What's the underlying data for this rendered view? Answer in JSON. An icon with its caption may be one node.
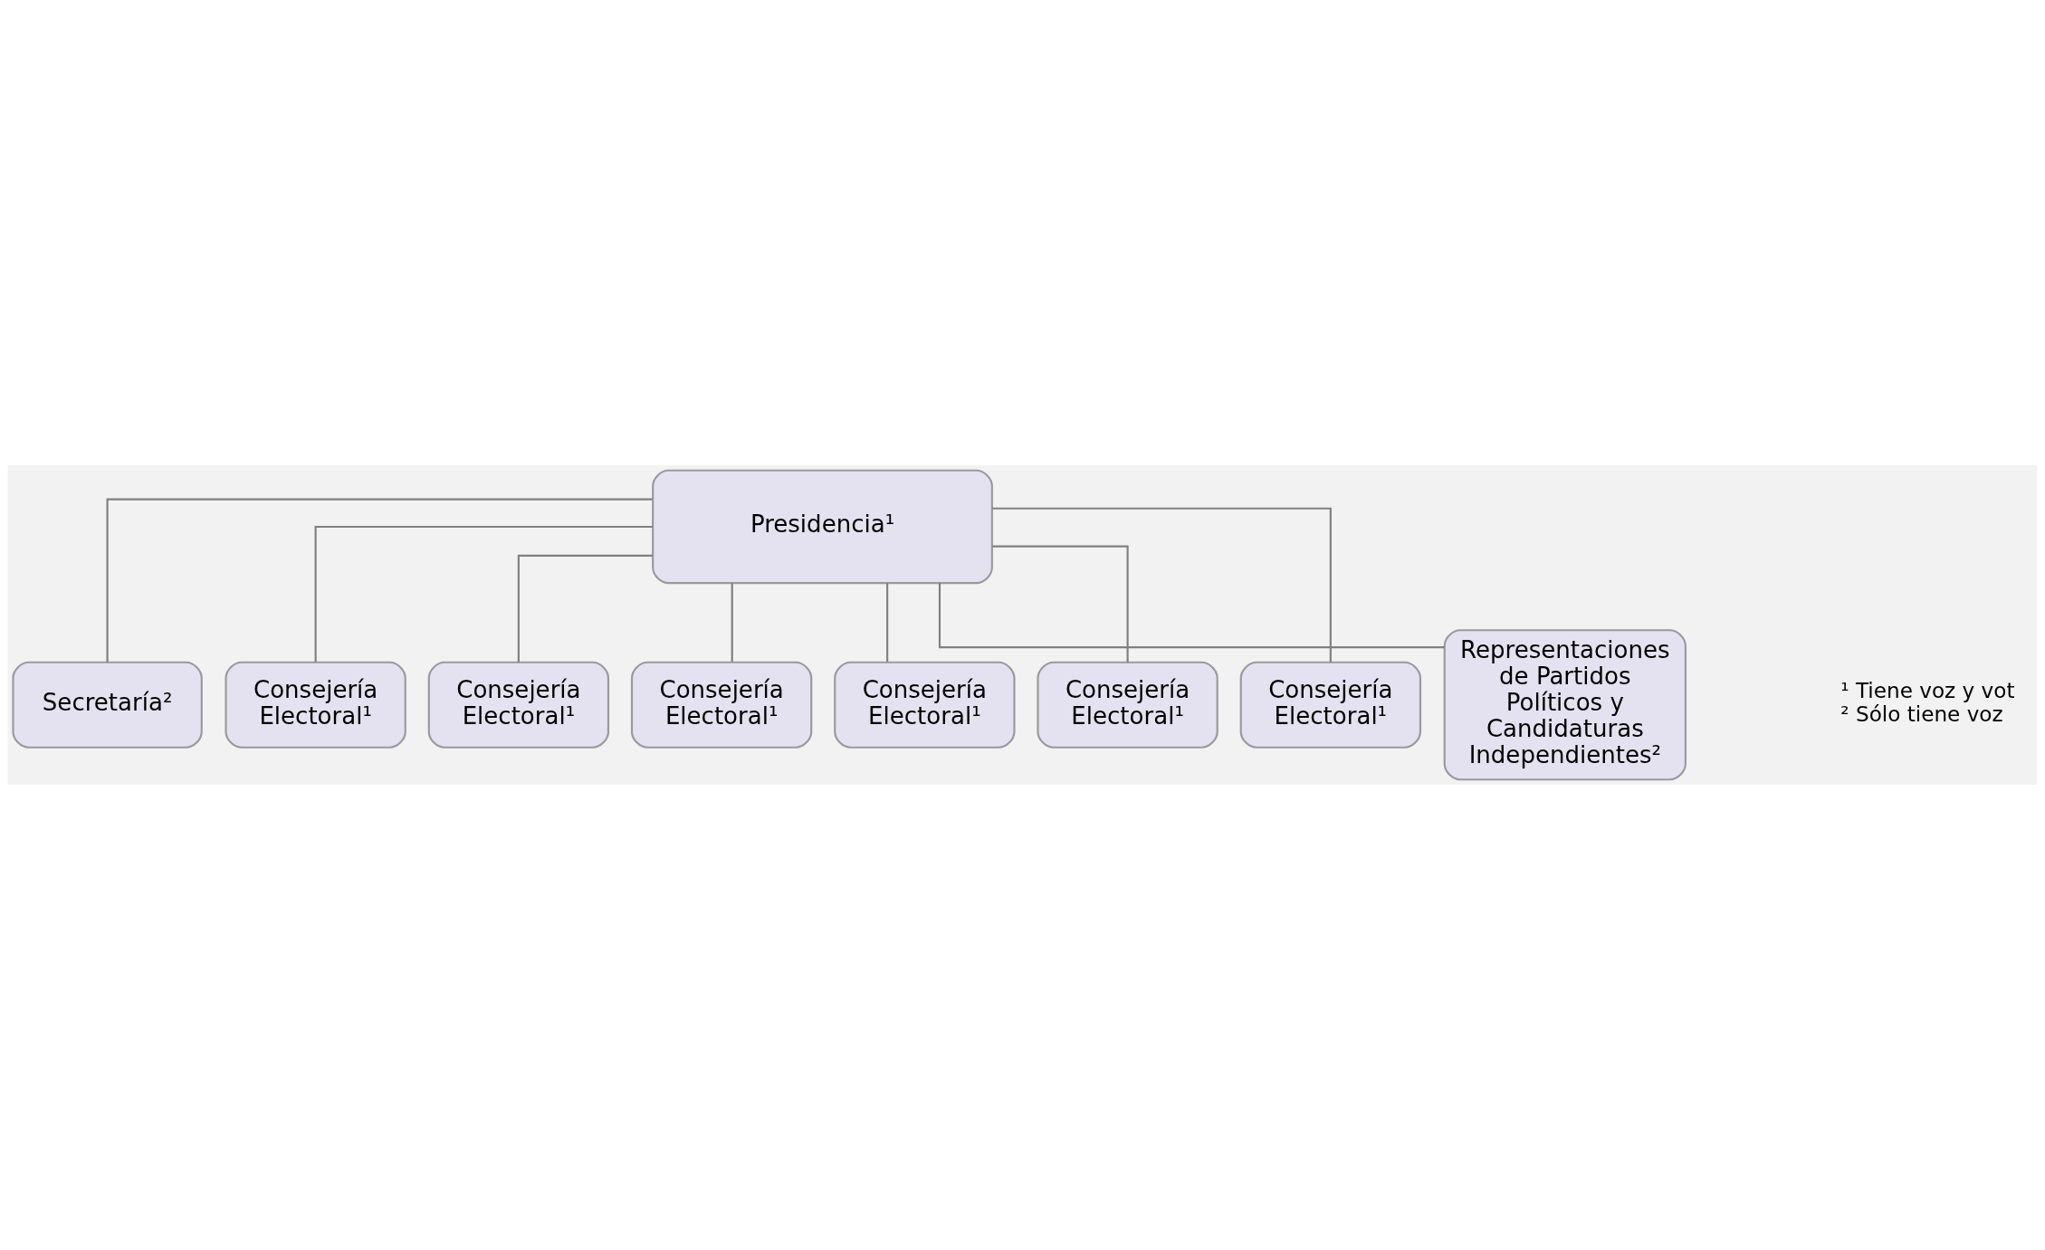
{
  "diagram": {
    "nodes": [
      {
        "text": [
          "Presidencia¹"
        ]
      },
      {
        "text": [
          "Secretaría²"
        ]
      },
      {
        "text": [
          "Consejería Electoral¹"
        ]
      },
      {
        "text": [
          "Consejería Electoral¹"
        ]
      },
      {
        "text": [
          "Consejería Electoral¹"
        ]
      },
      {
        "text": [
          "Consejería Electoral¹"
        ]
      },
      {
        "text": [
          "Consejería Electoral¹"
        ]
      },
      {
        "text": [
          "Consejería Electoral¹"
        ]
      },
      {
        "text": [
          "Representaciones de Partidos Políticos y Candidaturas Independientes²"
        ]
      }
    ],
    "edges": [
      {
        "from": 0,
        "to": 1,
        "arrow": "none"
      },
      {
        "from": 0,
        "to": 2,
        "arrow": "none"
      },
      {
        "from": 0,
        "to": 3,
        "arrow": "none"
      },
      {
        "from": 0,
        "to": 4,
        "arrow": "none"
      },
      {
        "from": 0,
        "to": 5,
        "arrow": "none"
      },
      {
        "from": 0,
        "to": 6,
        "arrow": "none"
      },
      {
        "from": 0,
        "to": 7,
        "arrow": "none"
      },
      {
        "from": 0,
        "to": 8,
        "arrow": "none"
      }
    ],
    "labels": [
      "¹ Tiene voz y vot",
      "² Sólo tiene voz"
    ]
  }
}
